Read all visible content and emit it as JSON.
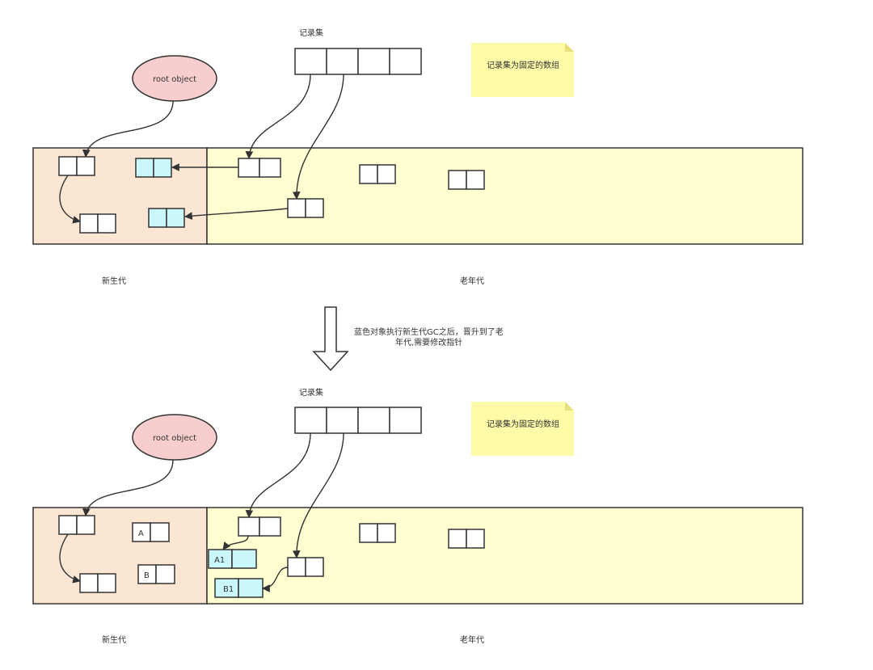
{
  "top": {
    "record_set_label": "记录集",
    "note_text": "记录集为固定的数组",
    "root_label": "root object",
    "young_label": "新生代",
    "old_label": "老年代"
  },
  "transition": {
    "caption_line1": "蓝色对象执行新生代GC之后，晋升到了老",
    "caption_line2": "年代,需要修改指针"
  },
  "bottom": {
    "record_set_label": "记录集",
    "note_text": "记录集为固定的数组",
    "root_label": "root object",
    "young_label": "新生代",
    "old_label": "老年代",
    "obj_a_label": "A",
    "obj_b_label": "B",
    "obj_a1_label": "A1",
    "obj_b1_label": "B1"
  },
  "colors": {
    "young_bg": "#fbe5d3",
    "old_bg": "#fefed0",
    "root_fill": "#f7cdcd",
    "note_fill": "#fdfaa8",
    "promoted_fill": "#c9f7fb"
  }
}
